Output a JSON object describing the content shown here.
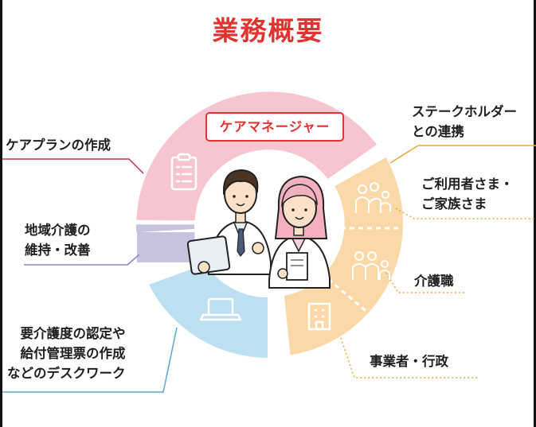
{
  "title": "業務概要",
  "center_label": "ケアマネージャー",
  "left_items": [
    {
      "lines": [
        "ケアプランの作成"
      ]
    },
    {
      "lines": [
        "地域介護の",
        "維持・改善"
      ]
    },
    {
      "lines": [
        "要介護度の認定や",
        "給付管理票の作成",
        "などのデスクワーク"
      ]
    }
  ],
  "right_items": [
    {
      "lines": [
        "ステークホルダー",
        "との連携"
      ]
    },
    {
      "lines": [
        "ご利用者さま・",
        "ご家族さま"
      ]
    },
    {
      "lines": [
        "介護職"
      ]
    },
    {
      "lines": [
        "事業者・行政"
      ]
    }
  ],
  "colors": {
    "title": "#e1332f",
    "pink_segment": "#f7c5cf",
    "purple_segment": "#c9c3e0",
    "blue_segment": "#bcdff2",
    "orange_segment": "#fbd8a8",
    "pink_line": "#c0334a",
    "purple_line": "#8a86c4",
    "blue_line": "#5aa6d8",
    "orange_line": "#f2a63a"
  },
  "icons": [
    "clipboard-icon",
    "laptop-icon",
    "family-icon",
    "caregivers-icon",
    "building-icon",
    "business-people-illustration"
  ]
}
